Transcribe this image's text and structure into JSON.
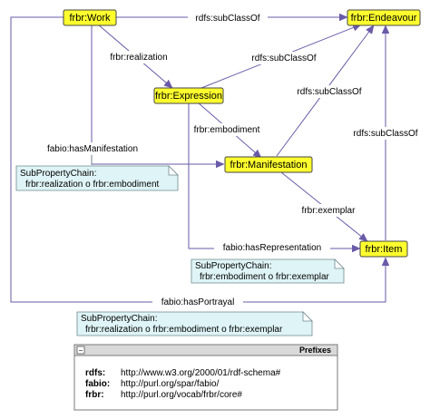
{
  "nodes": {
    "work": "frbr:Work",
    "endeavour": "frbr:Endeavour",
    "expression": "frbr:Expression",
    "manifestation": "frbr:Manifestation",
    "item": "frbr:Item"
  },
  "edges": {
    "work_subclass": "rdfs:subClassOf",
    "expression_subclass": "rdfs:subClassOf",
    "manifestation_subclass": "rdfs:subClassOf",
    "item_subclass": "rdfs:subClassOf",
    "realization": "frbr:realization",
    "embodiment": "frbr:embodiment",
    "exemplar": "frbr:exemplar",
    "has_manifestation": "fabio:hasManifestation",
    "has_representation": "fabio:hasRepresentation",
    "has_portrayal": "fabio:hasPortrayal"
  },
  "notes": {
    "manifestation_chain": {
      "title": "SubPropertyChain:",
      "body": "frbr:realization o frbr:embodiment"
    },
    "representation_chain": {
      "title": "SubPropertyChain:",
      "body": "frbr:embodiment o frbr:exemplar"
    },
    "portrayal_chain": {
      "title": "SubPropertyChain:",
      "body": "frbr:realization o frbr:embodiment o frbr:exemplar"
    }
  },
  "prefixes": {
    "collapse_symbol": "−",
    "title": "Prefixes",
    "entries": [
      {
        "key": "rdfs:",
        "value": "http://www.w3.org/2000/01/rdf-schema#"
      },
      {
        "key": "fabio:",
        "value": "http://purl.org/spar/fabio/"
      },
      {
        "key": "frbr:",
        "value": "http://purl.org/vocab/frbr/core#"
      }
    ]
  },
  "colors": {
    "node_fill": "#ffff2e",
    "edge_stroke": "#6a5aa8",
    "note_fill": "#dff4f6"
  }
}
